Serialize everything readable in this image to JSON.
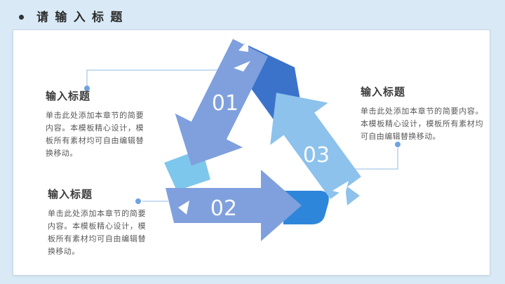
{
  "slide": {
    "title": "请输入标题"
  },
  "colors": {
    "background": "#d9eaf6",
    "card": "#ffffff",
    "arrow_primary": "#7fa0dd",
    "arrow_sky": "#8cc2ec",
    "fold_dark": "#3b73cb",
    "fold_bright": "#2e86db",
    "fold_cyan": "#7ec7ec",
    "connector_line": "#a9c7ea",
    "connector_dot": "#6fa3e0",
    "number_text": "#ffffff"
  },
  "diagram": {
    "steps": [
      {
        "number": "01"
      },
      {
        "number": "02"
      },
      {
        "number": "03"
      }
    ]
  },
  "blocks": {
    "top_left": {
      "title": "输入标题",
      "body": "单击此处添加本章节的简要内容。本模板精心设计，模板所有素材均可自由编辑替换移动。"
    },
    "bottom_left": {
      "title": "输入标题",
      "body": "单击此处添加本章节的简要内容。本模板精心设计，模板所有素材均可自由编辑替换移动。"
    },
    "right": {
      "title": "输入标题",
      "body": "单击此处添加本章节的简要内容。本模板精心设计，模板所有素材均可自由编辑替换移动。"
    }
  }
}
